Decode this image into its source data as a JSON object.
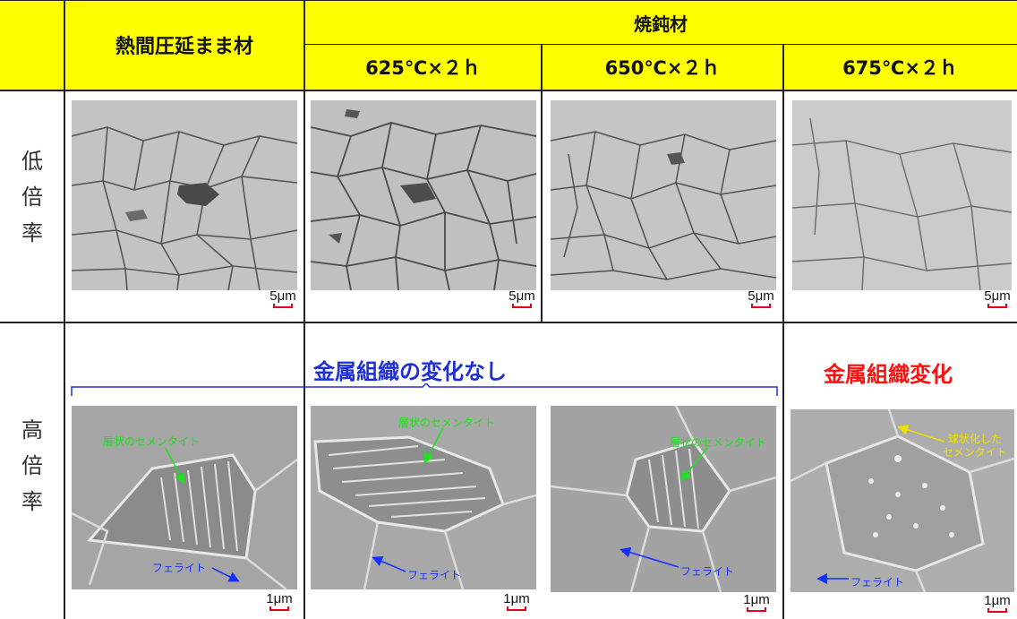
{
  "header": {
    "col_hot_rolled": "熱間圧延まま材",
    "col_annealed": "焼鈍材",
    "cond_625": "625℃×２ｈ",
    "cond_650": "650℃×２ｈ",
    "cond_675": "675℃×２ｈ"
  },
  "rows": {
    "low_mag": [
      "低",
      "倍",
      "率"
    ],
    "high_mag": [
      "高",
      "倍",
      "率"
    ]
  },
  "scale_bars": {
    "low": "5μm",
    "high": "1μm"
  },
  "banners": {
    "no_change": "金属組織の変化なし",
    "changed": "金属組織変化"
  },
  "annotations": {
    "lamellar_cementite": "層状のセメンタイト",
    "ferrite": "フェライト",
    "spheroidized_cementite_1": "球状化した",
    "spheroidized_cementite_2": "セメンタイト"
  },
  "colors": {
    "header_bg": "#ffff00",
    "banner_no_change": "#1f2fd6",
    "banner_changed": "#ff1010",
    "label_green": "#20e020",
    "label_blue": "#1530ff",
    "label_yellow": "#f0e000",
    "scale_bar": "#e8001a"
  }
}
